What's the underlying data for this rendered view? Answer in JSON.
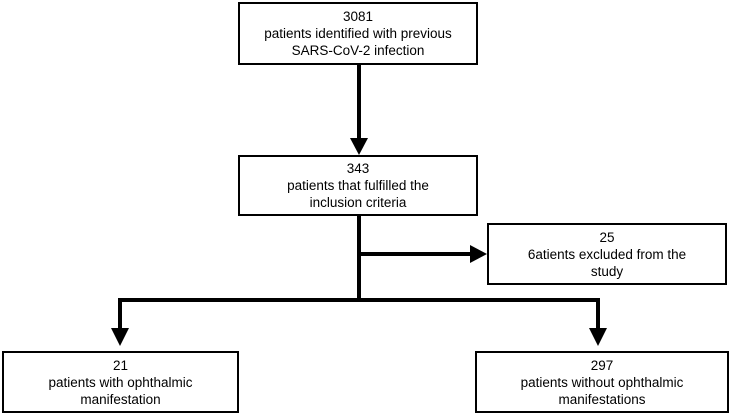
{
  "boxes": {
    "identified": {
      "count": "3081",
      "line1": "patients identified with previous",
      "line2": "SARS-CoV-2 infection"
    },
    "fulfilled": {
      "count": "343",
      "line1": "patients that fulfilled the",
      "line2": "inclusion criteria"
    },
    "excluded": {
      "count": "25",
      "line1": "6atients excluded from the",
      "line2": "study"
    },
    "with_ophthalmic": {
      "count": "21",
      "line1": "patients with ophthalmic",
      "line2": "manifestation"
    },
    "without_ophthalmic": {
      "count": "297",
      "line1": "patients without ophthalmic",
      "line2": "manifestations"
    }
  }
}
